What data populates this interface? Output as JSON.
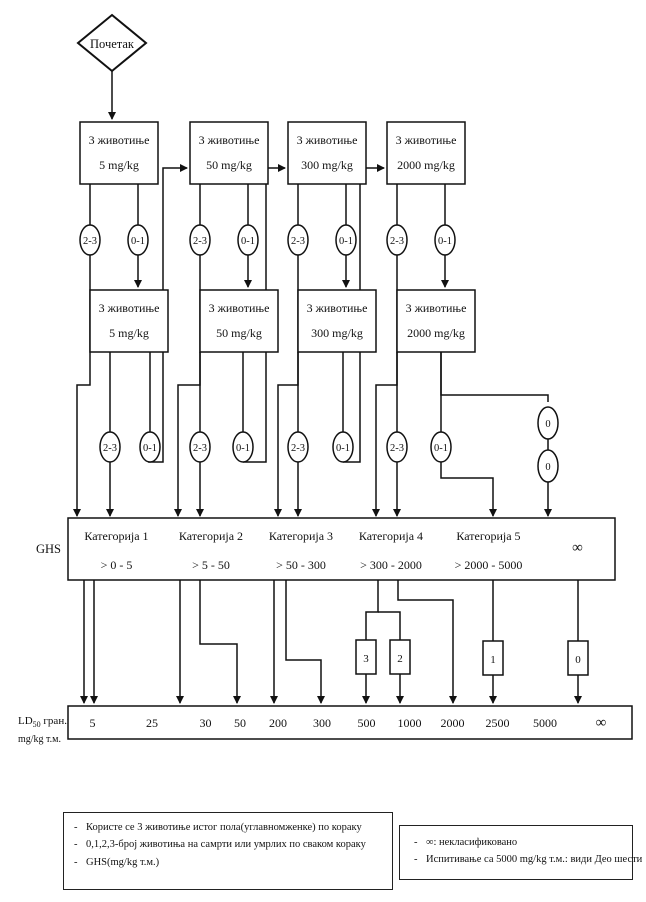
{
  "start": "Почетак",
  "steps": [
    {
      "line1": "3 животиње",
      "line2": "5 mg/kg"
    },
    {
      "line1": "3 животиње",
      "line2": "50 mg/kg"
    },
    {
      "line1": "3 животиње",
      "line2": "300 mg/kg"
    },
    {
      "line1": "3 животиње",
      "line2": "2000 mg/kg"
    }
  ],
  "outcomes": {
    "high": "2-3",
    "low": "0-1",
    "zero": "0"
  },
  "ghs_label": "GHS",
  "categories": [
    {
      "name": "Категорија 1",
      "range": "> 0 - 5"
    },
    {
      "name": "Категорија 2",
      "range": "> 5 - 50"
    },
    {
      "name": "Категорија 3",
      "range": "> 50 - 300"
    },
    {
      "name": "Категорија 4",
      "range": "> 300 - 2000"
    },
    {
      "name": "Категорија 5",
      "range": "> 2000 - 5000"
    },
    {
      "name": "∞",
      "range": ""
    }
  ],
  "animals_boxes": [
    "3",
    "2",
    "1",
    "0"
  ],
  "ld50_label": {
    "line1": "LD",
    "sub": "50",
    "rest": " гран.конц.",
    "line2": "mg/kg т.м."
  },
  "ld50_values": [
    "5",
    "25",
    "30",
    "50",
    "200",
    "300",
    "500",
    "1000",
    "2000",
    "2500",
    "5000",
    "∞"
  ],
  "legend_left": [
    "Користе се 3 животиње истог пола(углавномженке) по кораку",
    "0,1,2,3-број животиња на самрти или умрлих по сваком кораку",
    "GHS(mg/kg т.м.)"
  ],
  "legend_right": [
    "∞: некласификовано",
    "Испитивање са 5000 mg/kg т.м.: види Део шести"
  ]
}
